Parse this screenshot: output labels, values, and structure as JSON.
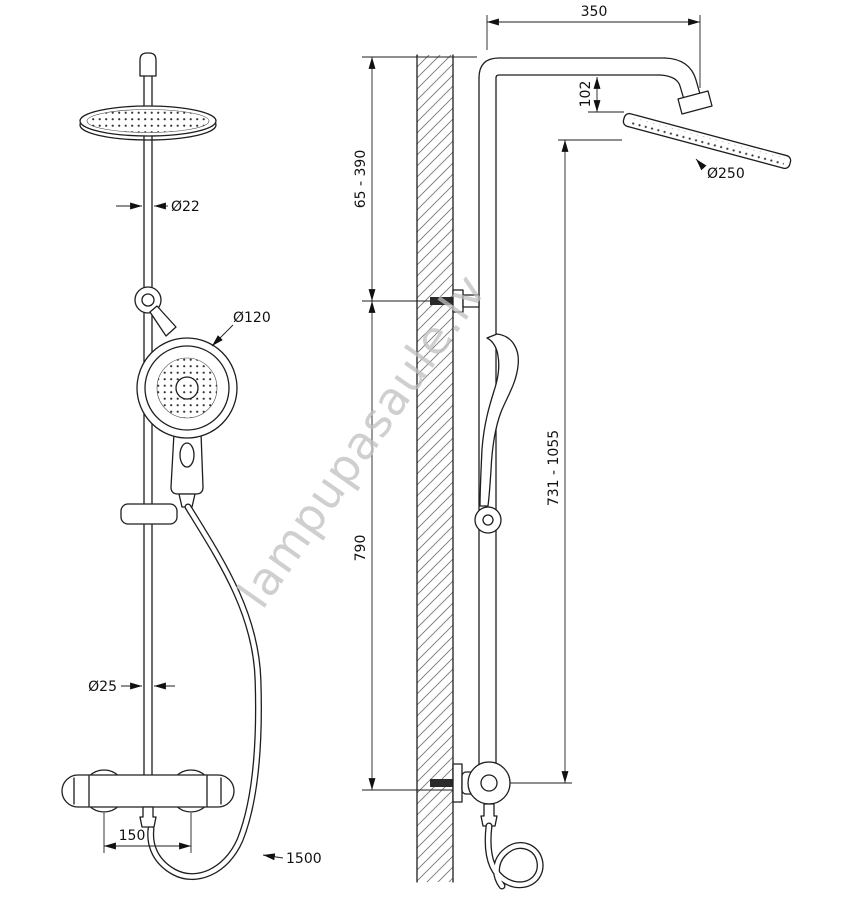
{
  "watermark": {
    "text": "lampupasaule.lv"
  },
  "front_view": {
    "pipe_diameter": "Ø22",
    "handshower_diameter": "Ø120",
    "column_diameter": "Ø25",
    "valve_spacing": "150",
    "hose_length": "1500"
  },
  "side_view": {
    "top_reach": "350",
    "head_drop": "102",
    "head_diameter": "Ø250",
    "bracket_range": "65 - 390",
    "lower_height": "790",
    "column_range": "731 - 1055"
  },
  "colors": {
    "line": "#1e1e1e",
    "watermark": "#c0c0c0",
    "background": "#ffffff"
  }
}
